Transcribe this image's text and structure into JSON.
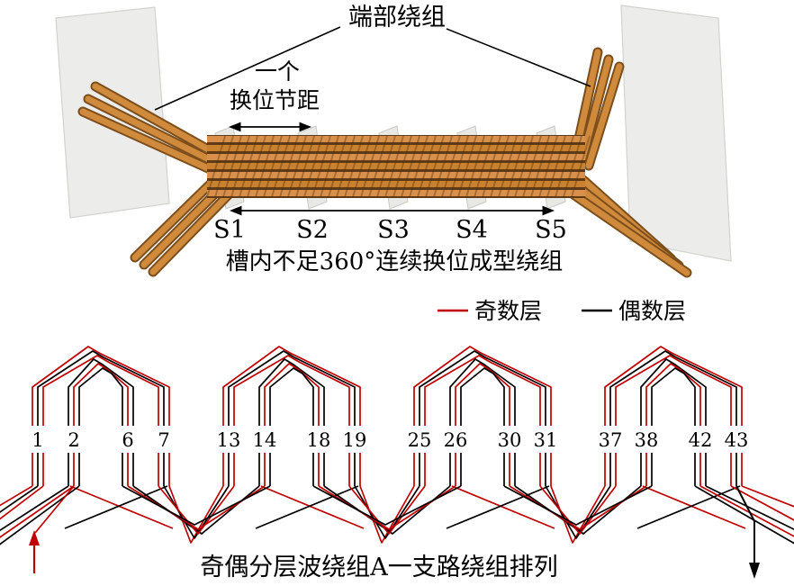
{
  "top_figure": {
    "end_winding_label": "端部绕组",
    "pitch_label_line1": "一个",
    "pitch_label_line2": "换位节距",
    "section_labels": [
      "S1",
      "S2",
      "S3",
      "S4",
      "S5"
    ],
    "caption": "槽内不足360°连续换位成型绕组"
  },
  "legend": {
    "odd_label": "奇数层",
    "even_label": "偶数层",
    "odd_color": "#c00000",
    "even_color": "#000000"
  },
  "winding_diagram": {
    "groups": [
      {
        "slot_numbers": [
          "1",
          "2",
          "6",
          "7"
        ]
      },
      {
        "slot_numbers": [
          "13",
          "14",
          "18",
          "19"
        ]
      },
      {
        "slot_numbers": [
          "25",
          "26",
          "30",
          "31"
        ]
      },
      {
        "slot_numbers": [
          "37",
          "38",
          "42",
          "43"
        ]
      }
    ],
    "caption": "奇偶分层波绕组A一支路绕组排列"
  }
}
